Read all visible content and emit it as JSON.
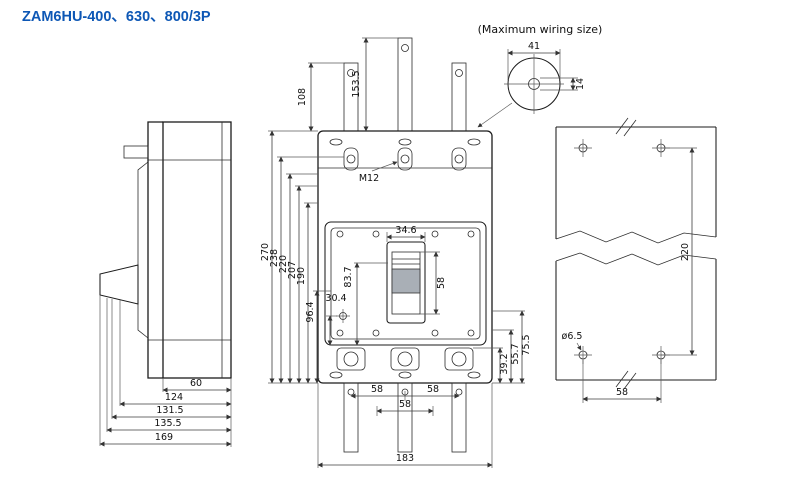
{
  "title": "ZAM6HU-400、630、800/3P",
  "wiring_detail": {
    "label": "(Maximum wiring size)",
    "dim_width": "41",
    "dim_height": "14"
  },
  "side_view": {
    "dim_depth": "60",
    "dim_124": "124",
    "dim_131_5": "131.5",
    "dim_135_5": "135.5",
    "dim_overall": "169"
  },
  "front_view": {
    "dim_lead_outer": "108",
    "dim_lead_middle": "153.5",
    "terminal_thread": "M12",
    "dim_270": "270",
    "dim_238": "238",
    "dim_220": "220",
    "dim_207": "207",
    "dim_190": "190",
    "dim_96_4": "96.4",
    "dim_30_4": "30.4",
    "dim_83_7": "83.7",
    "dim_34_6": "34.6",
    "dim_58_handle": "58",
    "dim_39_2": "39.2",
    "dim_55_7": "55.7",
    "dim_75_5": "75.5",
    "dim_58_pitch_left": "58",
    "dim_58_pitch_right": "58",
    "dim_58_center": "58",
    "dim_183": "183"
  },
  "mounting_view": {
    "dim_220": "220",
    "dim_hole": "ø6.5",
    "dim_58": "58"
  }
}
